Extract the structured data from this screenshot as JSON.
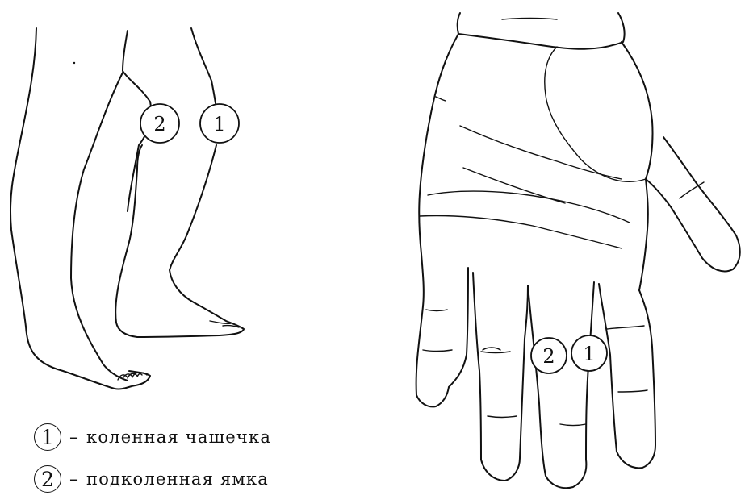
{
  "figure": {
    "markers": {
      "leg_knee": "1",
      "leg_fossa": "2",
      "hand_1": "1",
      "hand_2": "2"
    }
  },
  "legend": [
    {
      "num": "1",
      "dash": "–",
      "text": "коленная чашечка"
    },
    {
      "num": "2",
      "dash": "–",
      "text": "подколенная ямка"
    }
  ],
  "colors": {
    "ink": "#111111",
    "background": "#ffffff"
  }
}
